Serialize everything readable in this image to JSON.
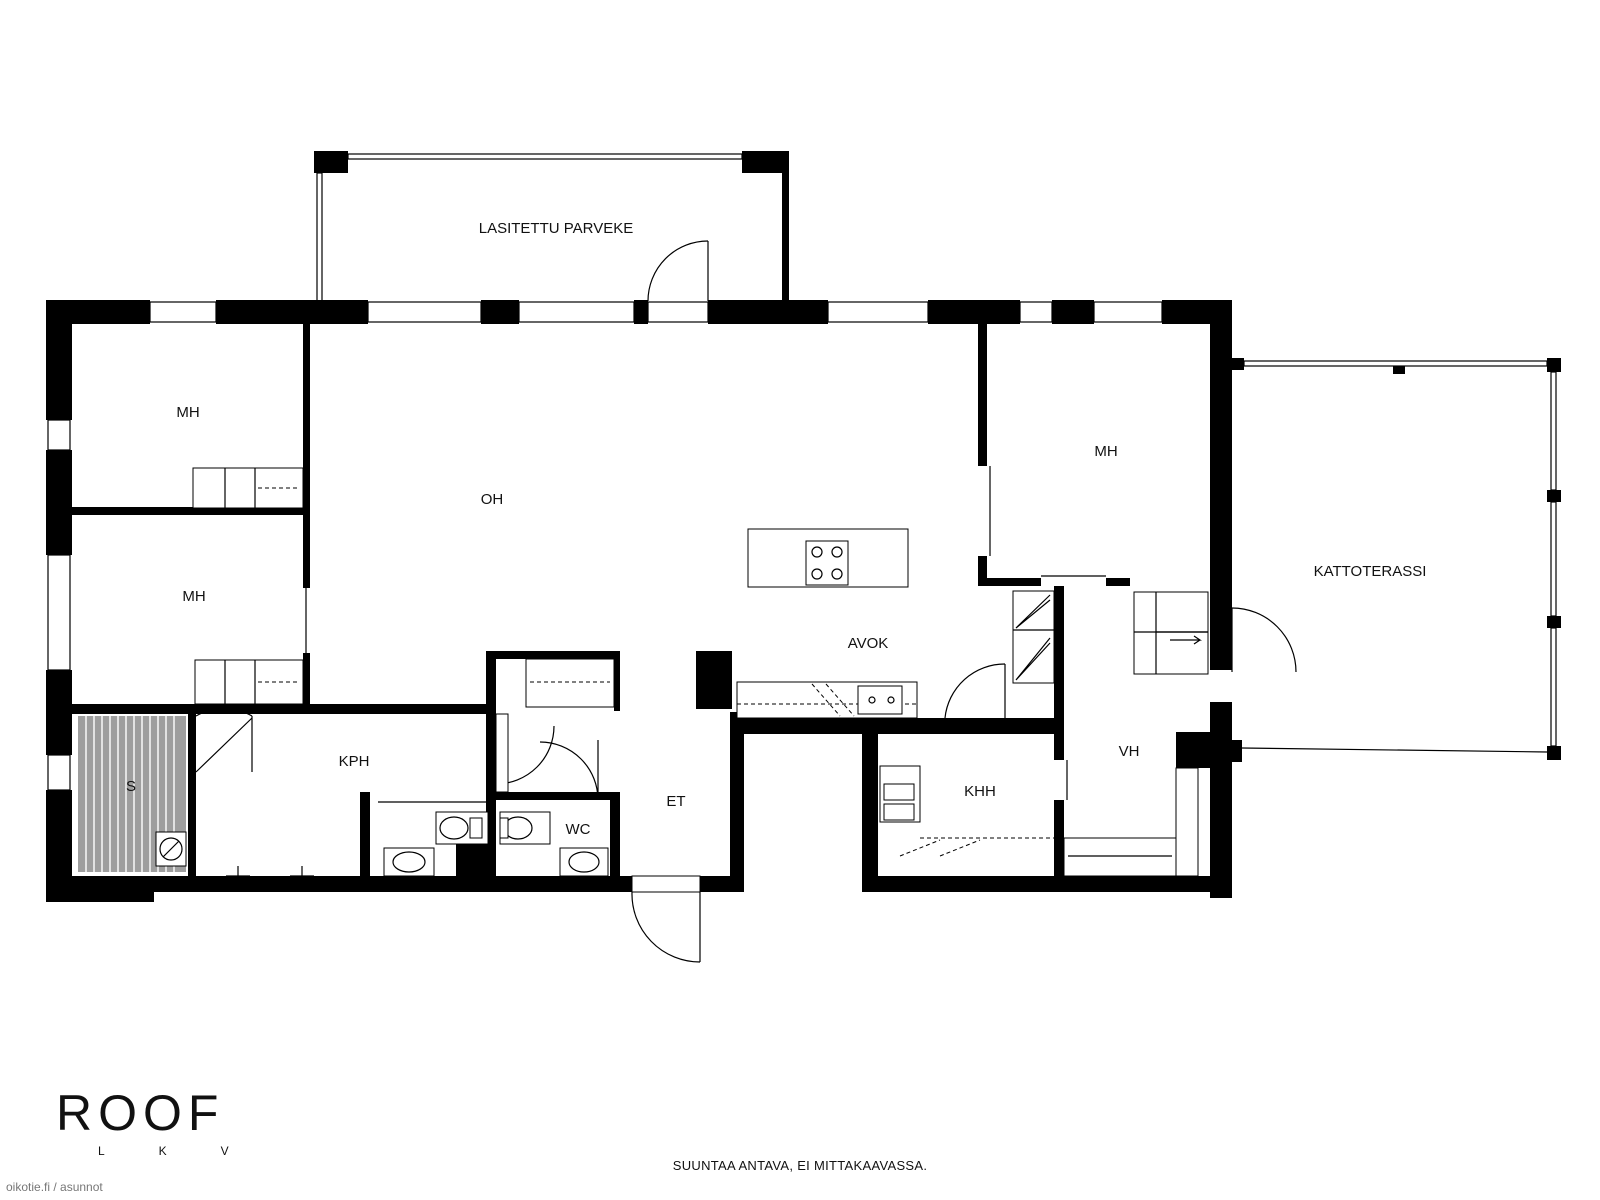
{
  "rooms": {
    "balcony": "LASITETTU PARVEKE",
    "bedroom_1": "MH",
    "bedroom_2": "MH",
    "bedroom_3": "MH",
    "living": "OH",
    "kitchen": "AVOK",
    "roof_terrace": "KATTOTERASSI",
    "sauna": "S",
    "bathroom": "KPH",
    "wc": "WC",
    "entrance": "ET",
    "utility": "KHH",
    "closet": "VH"
  },
  "logo": {
    "main": "ROOF",
    "sub": "LKV"
  },
  "disclaimer": "SUUNTAA ANTAVA, EI MITTAKAAVASSA.",
  "credit": "oikotie.fi / asunnot"
}
